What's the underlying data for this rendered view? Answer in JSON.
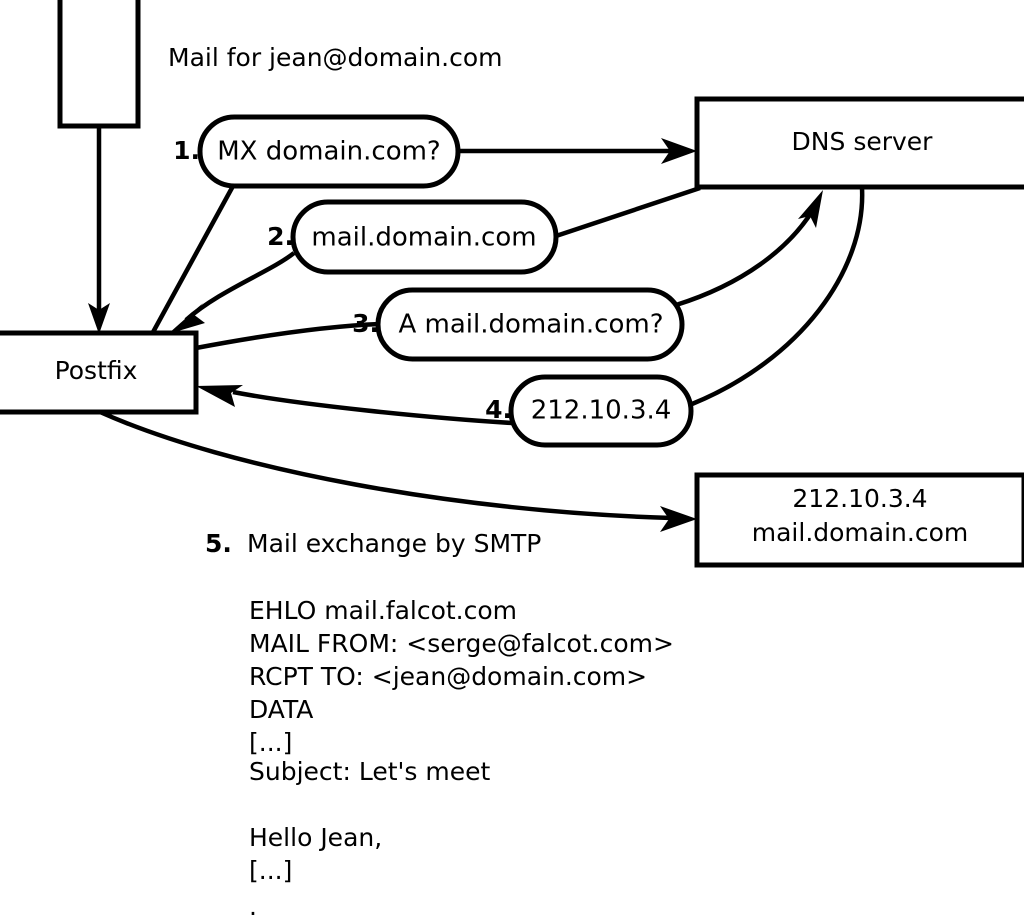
{
  "diagram": {
    "title_note": "Mail for jean@domain.com",
    "nodes": [
      {
        "id": "sender",
        "label": ""
      },
      {
        "id": "postfix",
        "label": "Postfix"
      },
      {
        "id": "dns",
        "label": "DNS server"
      },
      {
        "id": "target_line1",
        "label": "212.10.3.4"
      },
      {
        "id": "target_line2",
        "label": "mail.domain.com"
      }
    ],
    "steps": [
      {
        "number": "1.",
        "label": "MX domain.com?"
      },
      {
        "number": "2.",
        "label": "mail.domain.com"
      },
      {
        "number": "3.",
        "label": "A mail.domain.com?"
      },
      {
        "number": "4.",
        "label": "212.10.3.4"
      }
    ],
    "step5": {
      "number": "5.",
      "label": "Mail exchange by SMTP"
    },
    "transcript": [
      "EHLO mail.falcot.com",
      "MAIL FROM: <serge@falcot.com>",
      "RCPT TO: <jean@domain.com>",
      "DATA",
      "[...]",
      "Subject: Let's meet",
      "",
      "Hello Jean,",
      "[...]",
      "."
    ],
    "colors": {
      "stroke": "#000000",
      "fill": "#ffffff",
      "text": "#000000"
    }
  }
}
